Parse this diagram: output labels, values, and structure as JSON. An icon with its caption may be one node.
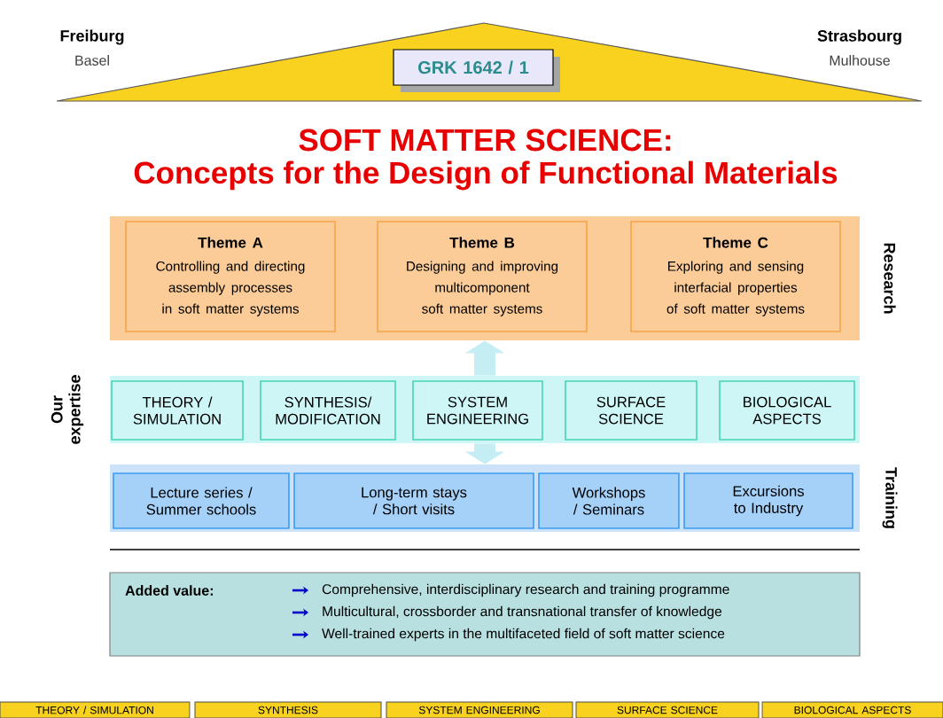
{
  "diagram": {
    "title": "SOFT  MATTER  SCIENCE:",
    "nodes": [
      {
        "text": [
          "GRK 1642 / 1"
        ]
      },
      {
        "text": [
          "Research"
        ]
      },
      {
        "text": [
          "Theme A",
          "Controlling and directing assembly processes in soft matter systems"
        ],
        "in": 1
      },
      {
        "text": [
          "Theme B",
          "Designing and improving multicomponent soft matter systems"
        ],
        "in": 1
      },
      {
        "text": [
          "Theme C",
          "Exploring and sensing interfacial properties of soft matter systems"
        ],
        "in": 1
      },
      {
        "text": [
          "Our expertise"
        ]
      },
      {
        "text": [
          "THEORY / SIMULATION"
        ],
        "in": 5
      },
      {
        "text": [
          "SYNTHESIS/ MODIFICATION"
        ],
        "in": 5
      },
      {
        "text": [
          "SYSTEM ENGINEERING"
        ],
        "in": 5
      },
      {
        "text": [
          "SURFACE SCIENCE"
        ],
        "in": 5
      },
      {
        "text": [
          "BIOLOGICAL ASPECTS"
        ],
        "in": 5
      },
      {
        "text": [
          "Training"
        ]
      },
      {
        "text": [
          "Lecture series / Summer schools"
        ],
        "in": 11
      },
      {
        "text": [
          "Long-term stays / Short visits"
        ],
        "in": 11
      },
      {
        "text": [
          "Workshops / Seminars"
        ],
        "in": 11
      },
      {
        "text": [
          "Excursions to Industry"
        ],
        "in": 11
      },
      {
        "text": [
          "Added value:",
          "Comprehensive, interdisciplinary research and training programme",
          "Multicultural, crossborder and transnational transfer of knowledge",
          "Well-trained experts in the multifaceted field of soft matter science"
        ]
      },
      {
        "text": [
          "THEORY / SIMULATION"
        ]
      },
      {
        "text": [
          "SYNTHESIS"
        ]
      },
      {
        "text": [
          "SYSTEM ENGINEERING"
        ]
      },
      {
        "text": [
          "SURFACE SCIENCE"
        ]
      },
      {
        "text": [
          "BIOLOGICAL ASPECTS"
        ]
      }
    ],
    "edges": [
      {
        "from": 5,
        "to": 1,
        "arrow": "to"
      },
      {
        "from": 5,
        "to": 11,
        "arrow": "to"
      }
    ],
    "labels": [
      "Concepts for the Design of Functional Materials",
      "Freiburg",
      "Basel",
      "Strasbourg",
      "Mulhouse"
    ]
  }
}
